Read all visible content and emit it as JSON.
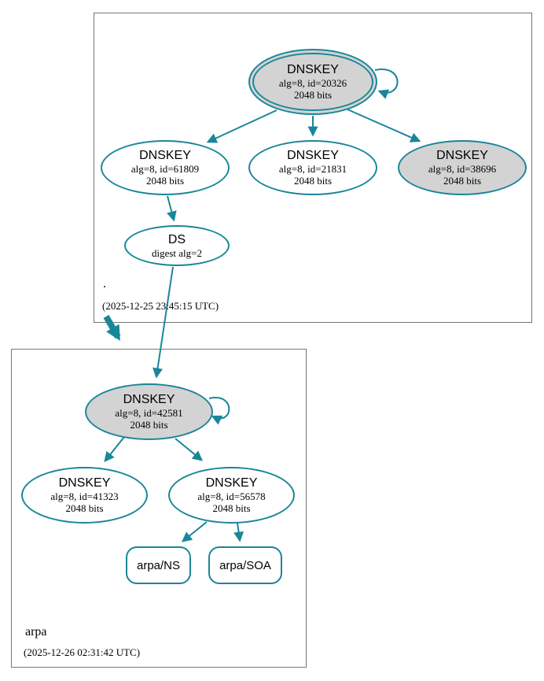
{
  "colors": {
    "edge_teal": "#1a8699",
    "ksk_fill_gray": "#d3d3d3",
    "node_fill_white": "#ffffff",
    "zone_box_border": "#767676"
  },
  "root_zone": {
    "label": ".",
    "timestamp": "(2025-12-25 23:45:15 UTC)",
    "ksk": {
      "title": "DNSKEY",
      "alg": "alg=8, id=20326",
      "bits": "2048 bits"
    },
    "zsk1": {
      "title": "DNSKEY",
      "alg": "alg=8, id=61809",
      "bits": "2048 bits"
    },
    "zsk2": {
      "title": "DNSKEY",
      "alg": "alg=8, id=21831",
      "bits": "2048 bits"
    },
    "zsk3": {
      "title": "DNSKEY",
      "alg": "alg=8, id=38696",
      "bits": "2048 bits"
    },
    "ds": {
      "title": "DS",
      "digest": "digest alg=2"
    }
  },
  "arpa_zone": {
    "label": "arpa",
    "timestamp": "(2025-12-26 02:31:42 UTC)",
    "ksk": {
      "title": "DNSKEY",
      "alg": "alg=8, id=42581",
      "bits": "2048 bits"
    },
    "zsk1": {
      "title": "DNSKEY",
      "alg": "alg=8, id=41323",
      "bits": "2048 bits"
    },
    "zsk2": {
      "title": "DNSKEY",
      "alg": "alg=8, id=56578",
      "bits": "2048 bits"
    },
    "rrset_ns": {
      "label": "arpa/NS"
    },
    "rrset_soa": {
      "label": "arpa/SOA"
    }
  }
}
